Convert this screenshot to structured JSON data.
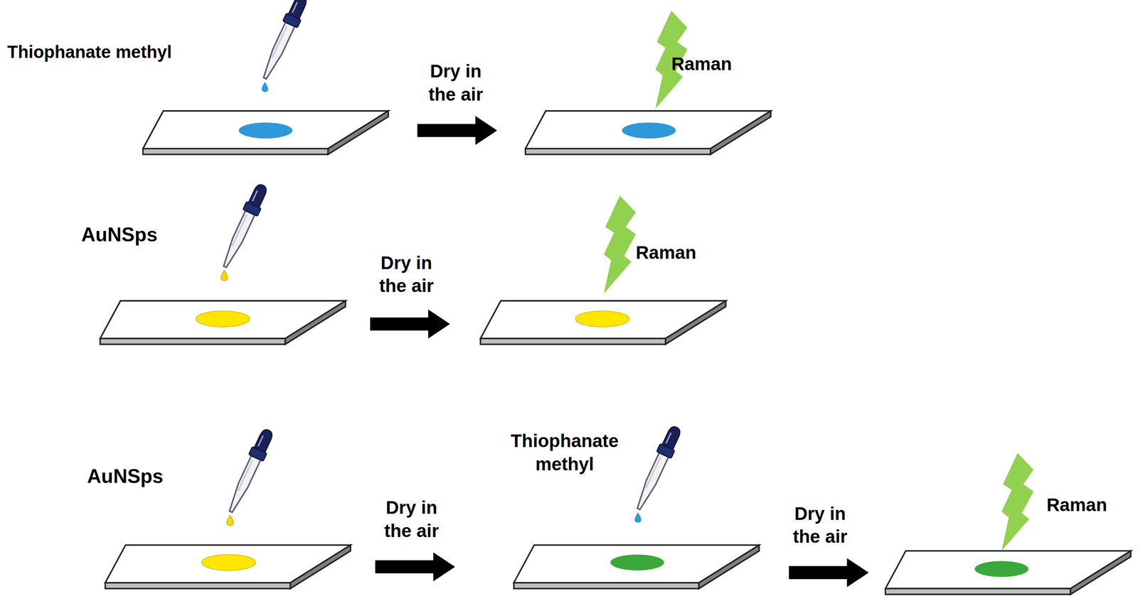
{
  "diagram": {
    "labels": [
      "Thiophanate methyl",
      "Dry in the air",
      "Raman",
      "AuNSps",
      "Dry in the air",
      "Raman",
      "AuNSps",
      "Dry in the air",
      "Thiophanate methyl",
      "Dry in the air",
      "Raman"
    ]
  }
}
